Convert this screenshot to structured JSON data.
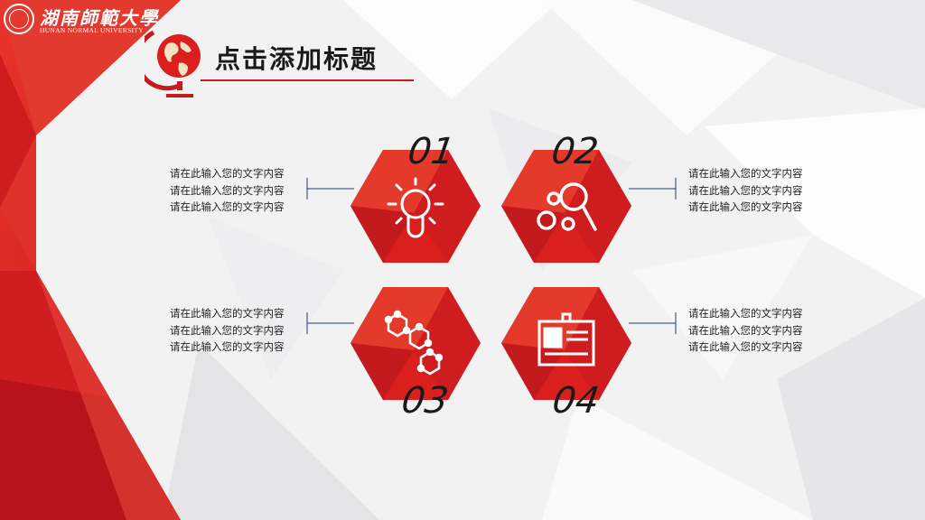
{
  "brand": {
    "name_cn": "湖南師範大學",
    "name_en": "HUNAN NORMAL UNIVERSITY"
  },
  "slide": {
    "title": "点击添加标题"
  },
  "colors": {
    "accent": "#d9201f",
    "accent_dark": "#b5151a",
    "background": "#f2f2f3",
    "text": "#1a1a1a"
  },
  "items": [
    {
      "number": "01",
      "icon": "lightbulb-icon",
      "lines": [
        "请在此输入您的文字内容",
        "请在此输入您的文字内容",
        "请在此输入您的文字内容"
      ]
    },
    {
      "number": "02",
      "icon": "gears-magnifier-icon",
      "lines": [
        "请在此输入您的文字内容",
        "请在此输入您的文字内容",
        "请在此输入您的文字内容"
      ]
    },
    {
      "number": "03",
      "icon": "molecule-icon",
      "lines": [
        "请在此输入您的文字内容",
        "请在此输入您的文字内容",
        "请在此输入您的文字内容"
      ]
    },
    {
      "number": "04",
      "icon": "id-card-icon",
      "lines": [
        "请在此输入您的文字内容",
        "请在此输入您的文字内容",
        "请在此输入您的文字内容"
      ]
    }
  ]
}
